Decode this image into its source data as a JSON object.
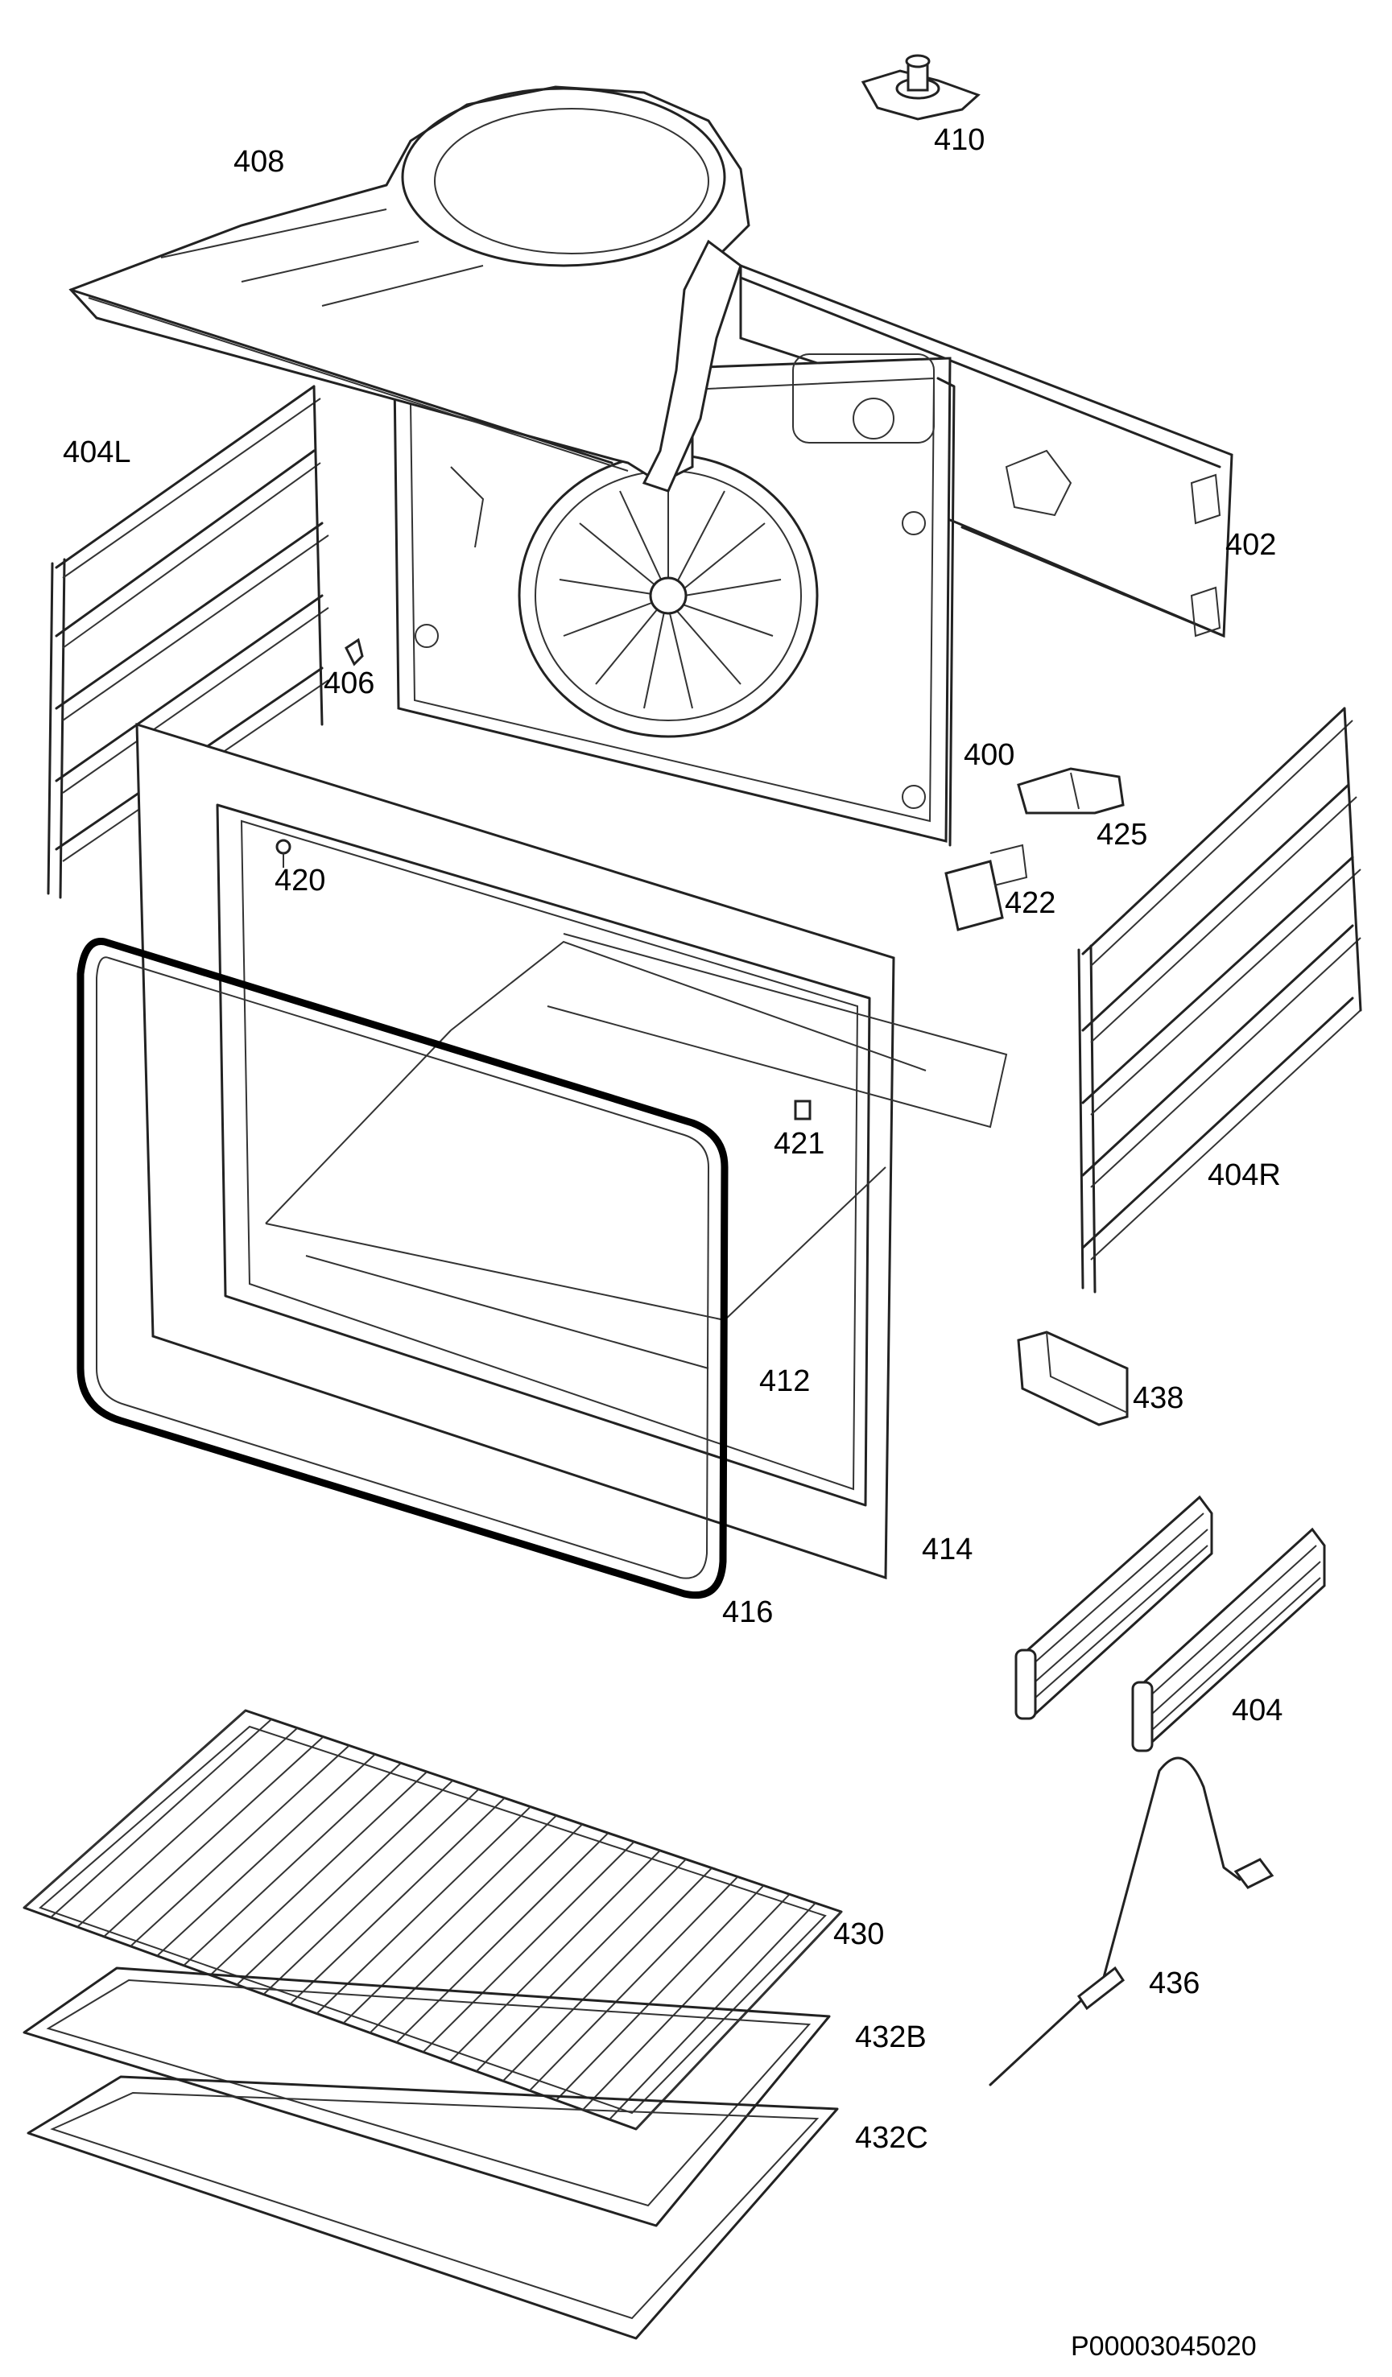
{
  "parts": [
    {
      "key": "p408",
      "label": "408"
    },
    {
      "key": "p410",
      "label": "410"
    },
    {
      "key": "p404L",
      "label": "404L"
    },
    {
      "key": "p402",
      "label": "402"
    },
    {
      "key": "p406",
      "label": "406"
    },
    {
      "key": "p400",
      "label": "400"
    },
    {
      "key": "p425",
      "label": "425"
    },
    {
      "key": "p420",
      "label": "420"
    },
    {
      "key": "p422",
      "label": "422"
    },
    {
      "key": "p421",
      "label": "421"
    },
    {
      "key": "p404R",
      "label": "404R"
    },
    {
      "key": "p412",
      "label": "412"
    },
    {
      "key": "p438",
      "label": "438"
    },
    {
      "key": "p414",
      "label": "414"
    },
    {
      "key": "p416",
      "label": "416"
    },
    {
      "key": "p404",
      "label": "404"
    },
    {
      "key": "p430",
      "label": "430"
    },
    {
      "key": "p436",
      "label": "436"
    },
    {
      "key": "p432B",
      "label": "432B"
    },
    {
      "key": "p432C",
      "label": "432C"
    }
  ],
  "drawing_code": "P00003045020"
}
